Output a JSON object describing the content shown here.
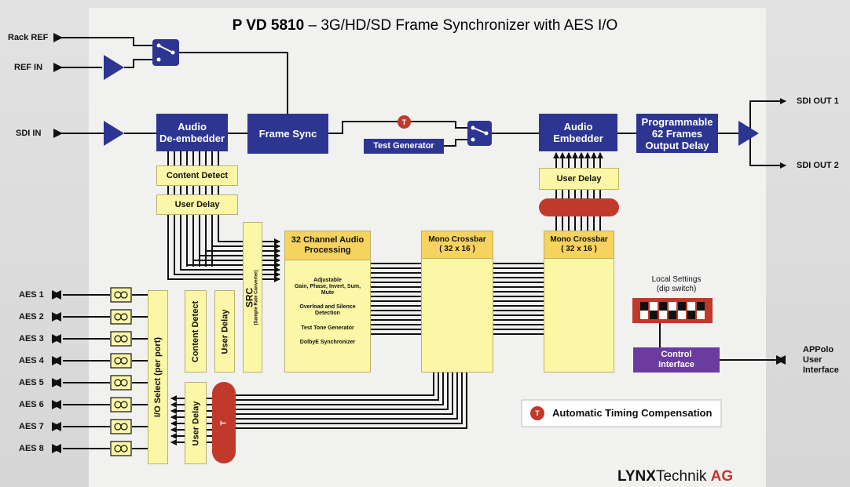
{
  "title": {
    "model": "P VD 5810",
    "subtitle": " – 3G/HD/SD Frame Synchronizer with AES I/O"
  },
  "inputs": {
    "rack_ref": "Rack REF",
    "ref_in": "REF IN",
    "sdi_in": "SDI IN"
  },
  "outputs": {
    "sdi_out_1": "SDI OUT 1",
    "sdi_out_2": "SDI OUT 2",
    "appolo": [
      "APPolo",
      "User",
      "Interface"
    ]
  },
  "aes_ports": [
    "AES 1",
    "AES 2",
    "AES 3",
    "AES 4",
    "AES 5",
    "AES 6",
    "AES 7",
    "AES 8"
  ],
  "blocks": {
    "audio_deembedder": [
      "Audio",
      "De-embedder"
    ],
    "frame_sync": "Frame Sync",
    "test_generator": "Test Generator",
    "audio_embedder": [
      "Audio",
      "Embedder"
    ],
    "output_delay": [
      "Programmable",
      "62 Frames",
      "Output Delay"
    ],
    "content_detect": "Content Detect",
    "user_delay": "User Delay",
    "user_delay_embed": "User Delay",
    "processing_title": [
      "32 Channel Audio",
      "Processing"
    ],
    "processing_items": [
      "Adjustable",
      "Gain, Phase, Invert, Sum,",
      "Mute",
      "Overload and Silence",
      "Detection",
      "Test Tone Generator",
      "DolbyE Synchronizer"
    ],
    "crossbar1": [
      "Mono Crossbar",
      "( 32 x 16 )"
    ],
    "crossbar2": [
      "Mono Crossbar",
      "( 32 x 16 )"
    ],
    "src": "SRC",
    "src_sub": "(Sample Rate Converter)",
    "io_select": "I/O Select (per port)",
    "content_detect_v": "Content Detect",
    "user_delay_v1": "User Delay",
    "user_delay_v2": "User Delay",
    "local_settings": [
      "Local Settings",
      "(dip switch)"
    ],
    "control_interface": [
      "Control",
      "Interface"
    ],
    "timing_badge": "T"
  },
  "legend": {
    "label": "Automatic Timing Compensation"
  },
  "brand": {
    "bold": "LYNX",
    "regular": "Technik ",
    "accent": "AG"
  },
  "colors": {
    "block_blue": "#2c3592",
    "yellow": "#fbf7a6",
    "timing_red": "#c0392b",
    "control_purple": "#6a3ca0",
    "brand_red": "#c0392b"
  }
}
